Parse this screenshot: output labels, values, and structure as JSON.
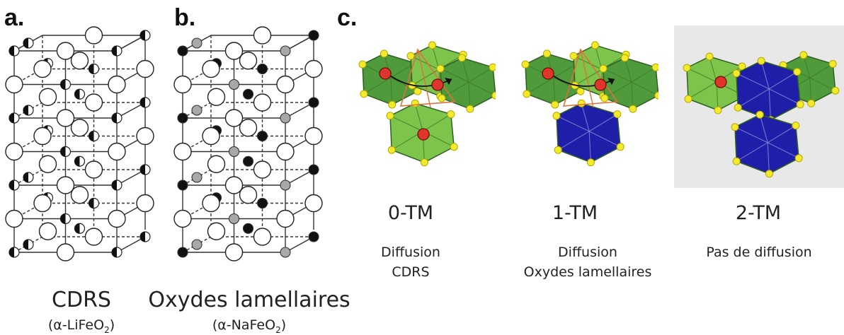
{
  "panels": {
    "a": {
      "label": "a.",
      "caption": "CDRS",
      "formula_pre": "(α-LiFeO",
      "formula_sub": "2",
      "formula_post": ")"
    },
    "b": {
      "label": "b.",
      "caption": "Oxydes lamellaires",
      "formula_pre": "(α-NaFeO",
      "formula_sub": "2",
      "formula_post": ")"
    },
    "c": {
      "label": "c.",
      "items": [
        {
          "tm": "0-TM",
          "line1": "Diffusion",
          "line2": "CDRS"
        },
        {
          "tm": "1-TM",
          "line1": "Diffusion",
          "line2": "Oxydes lamellaires"
        },
        {
          "tm": "2-TM",
          "line1": "Pas de diffusion",
          "line2": ""
        }
      ]
    }
  },
  "colors": {
    "octahedron_green": "#7cc44a",
    "octahedron_dark_green": "#4f9a3a",
    "transition_metal_blue": "#1f1ea8",
    "vertex_yellow": "#f2ea2a",
    "cation_red": "#e0352b",
    "path_orange": "#e0703a",
    "lattice_black": "#111111",
    "lattice_gray": "#a8a8a8"
  }
}
